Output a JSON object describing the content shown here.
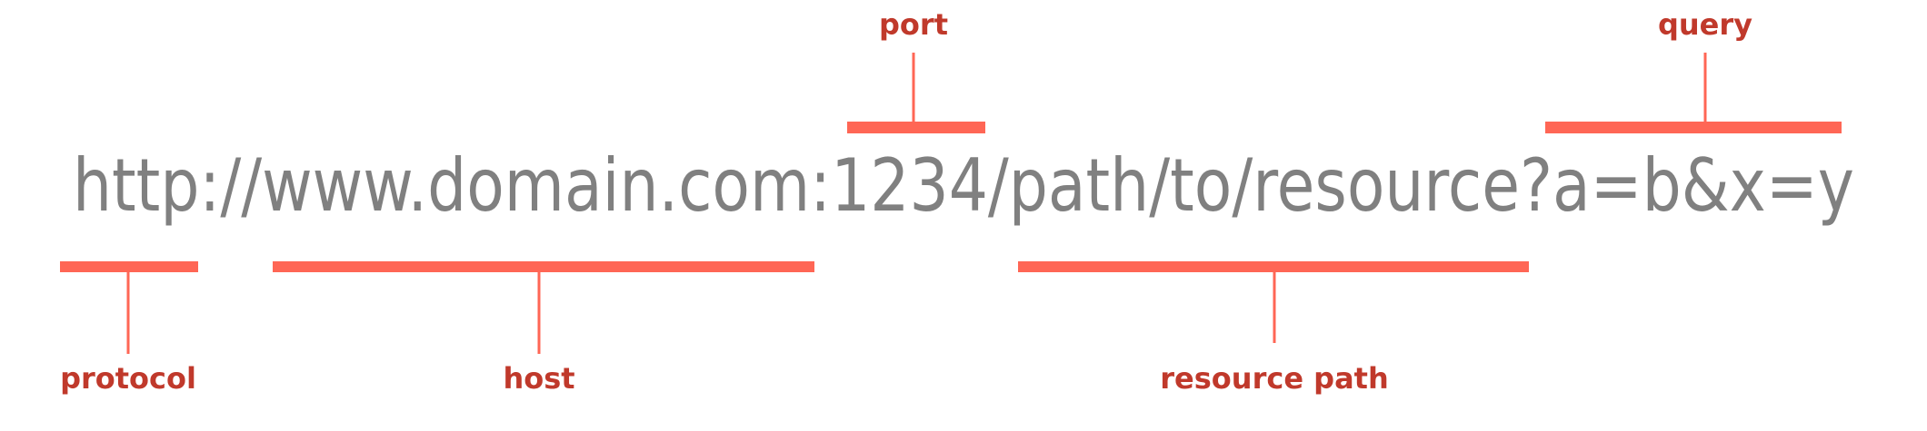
{
  "url": {
    "protocol": "http://",
    "host": "www.domain.com",
    "port_separator": ":",
    "port": "1234",
    "path": "/path/to/resource",
    "query": "?a=b&x=y"
  },
  "labels": {
    "protocol": "protocol",
    "host": "host",
    "port": "port",
    "resource_path": "resource path",
    "query": "query"
  },
  "colors": {
    "bracket": "#ff6655",
    "label": "#c0392b",
    "url_text": "#808080",
    "background": "#ffffff"
  }
}
